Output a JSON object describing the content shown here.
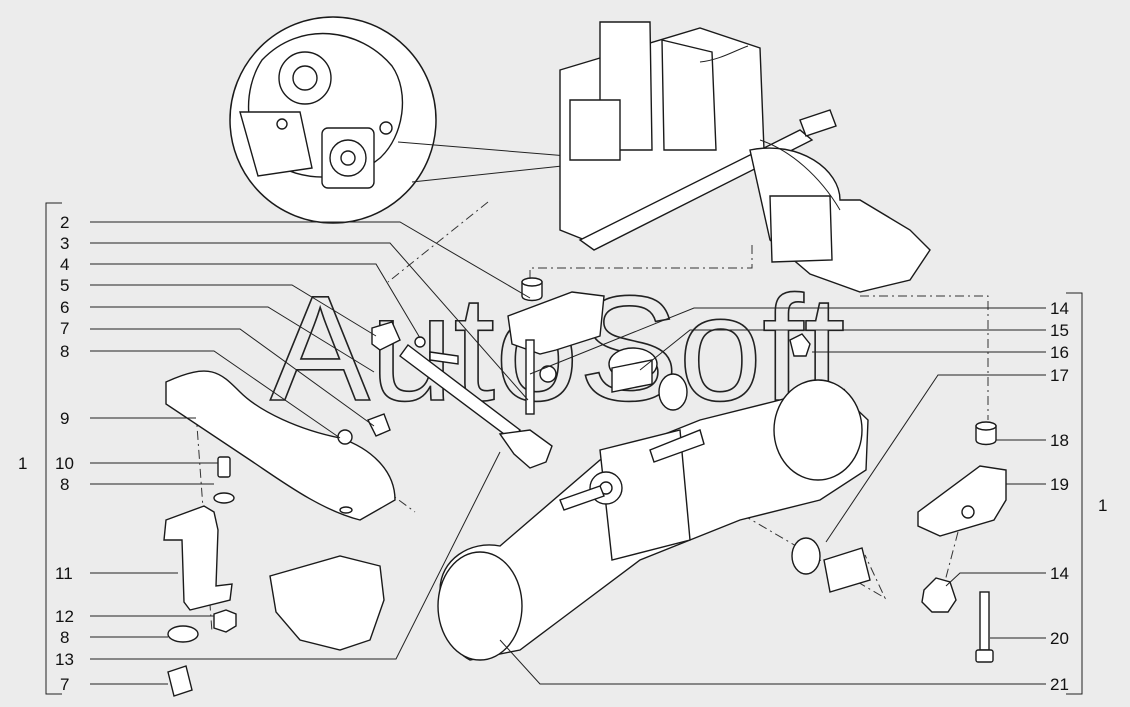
{
  "watermark": "AutoSoft",
  "group_marks": {
    "left": "1",
    "right": "1"
  },
  "left_labels": [
    "2",
    "3",
    "4",
    "5",
    "6",
    "7",
    "8",
    "9",
    "10",
    "8",
    "11",
    "12",
    "8",
    "13",
    "7"
  ],
  "right_labels": [
    "14",
    "15",
    "16",
    "17",
    "18",
    "19",
    "14",
    "20",
    "21"
  ]
}
